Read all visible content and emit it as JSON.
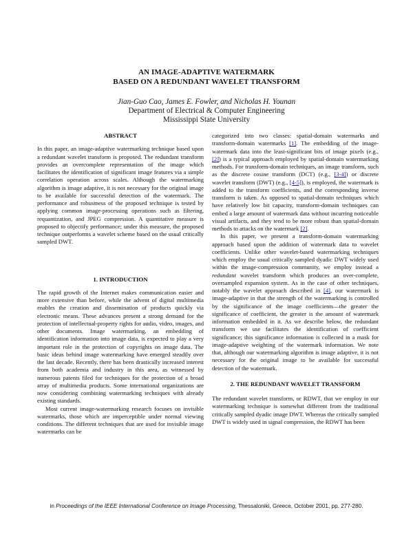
{
  "paper": {
    "title_line1": "AN IMAGE-ADAPTIVE WATERMARK",
    "title_line2": "BASED ON A REDUNDANT WAVELET TRANSFORM",
    "authors": "Jian-Guo Cao, James E. Fowler, and Nicholas H. Younan",
    "department": "Department of Electrical & Computer Engineering",
    "university": "Mississippi State University"
  },
  "abstract": {
    "heading": "ABSTRACT",
    "text": "In this paper, an image-adaptive watermarking technique based upon a redundant wavelet transform is proposed. The redundant transform provides an overcomplete representation of the image which facilitates the identification of significant image features via a simple correlation operation across scales. Although the watermarking algorithm is image adaptive, it is not necessary for the original image to be available for successful detection of the watermark. The performance and robustness of the proposed technique is tested by applying common image-processing operations such as filtering, requantization, and JPEG compression. A quantitative measure is proposed to objectify performance; under this measure, the proposed technique outperforms a wavelet scheme based on the usual critically sampled DWT."
  },
  "intro": {
    "heading": "1. INTRODUCTION",
    "p1": "The rapid growth of the Internet makes communication easier and more extensive than before, while the advent of digital multimedia enables the creation and dissemination of products quickly via electronic means. These advances present a strong demand for the protection of intellectual-property rights for audio, video, images, and other documents. Image watermarking, an embedding of identification information into image data, is expected to play a very important role in the protection of copyrights on image data. The basic ideas behind image watermarking have emerged steadily over the last decade. Recently, there has been drastically increased interest from both academia and industry in this area, as witnessed by numerous patents filed for techniques for the protection of a broad array of multimedia products. Some international organizations are now considering combining watermarking techniques with already existing standards.",
    "p2": "Most current image-watermarking research focuses on invisible watermarks, those which are imperceptible under normal viewing conditions. The different techniques that are used for invisible image watermarks can be"
  },
  "right": {
    "p1a": "categorized into two classes: spatial-domain watermarks and transform-domain watermarks ",
    "c1": "[1]",
    "p1b": ". The embedding of the image-watermark data into the least-significant bits of image pixels (e.g., ",
    "c2": "[2]",
    "p1c": ") is a typical approach employed by spatial-domain watermarking methods. For transform-domain techniques, an image transform, such as the discrete cosine transform (DCT) (e.g., ",
    "c3": "[3-4]",
    "p1d": ") or discrete wavelet transform (DWT) (e.g., ",
    "c4": "[4-5]",
    "p1e": "), is employed, the watermark is added to the transform coefficients, and the corresponding inverse transform is taken. As opposed to spatial-domain techniques which have relatively low bit capacity, transform-domain techniques can embed a large amount of watermark data without incurring noticeable visual artifacts, and they tend to be more robust than spatial-domain methods to attacks on the watermark ",
    "c5": "[2]",
    "p1f": ".",
    "p2a": "In this paper, we present a transform-domain watermarking approach based upon the addition of watermark data to wavelet coefficients. Unlike other wavelet-based watermarking techniques which employ the usual critically sampled dyadic DWT widely used within the image-compression community, we employ instead a ",
    "p2_em": "redundant",
    "p2b": " wavelet transform which produces an over-complete, oversampled expansion system. As in the case of other techniques, notably the wavelet approach described in ",
    "c6": "[4]",
    "p2c": ", our watermark is image-adaptive in that the strength of the watermarking is controlled by the significance of the image coefficients—the greater the significance of coefficient, the greater is the amount of watermark information embedded in it. As we describe below, the redundant transform we use facilitates the identification of coefficient significance; this significance information is collected in a mask for image-adaptive weighting of the watermark information. We note that, although our watermarking algorithm is image adaptive, it is not necessary for the original image to be available for successful detection of the watermark.",
    "heading2": "2. THE REDUNDANT WAVELET TRANSFORM",
    "p3": "The redundant wavelet transform, or RDWT, that we employ in our watermarking technique is somewhat different from the traditional critically sampled dyadic image DWT. Whereas the critically sampled DWT is widely used in signal compression, the RDWT has been"
  },
  "footer": {
    "prefix": "in ",
    "venue": "Proceedings of the IEEE International Conference on Image Processing",
    "suffix": ", Thessaloniki, Greece, October 2001, pp. 277-280."
  }
}
